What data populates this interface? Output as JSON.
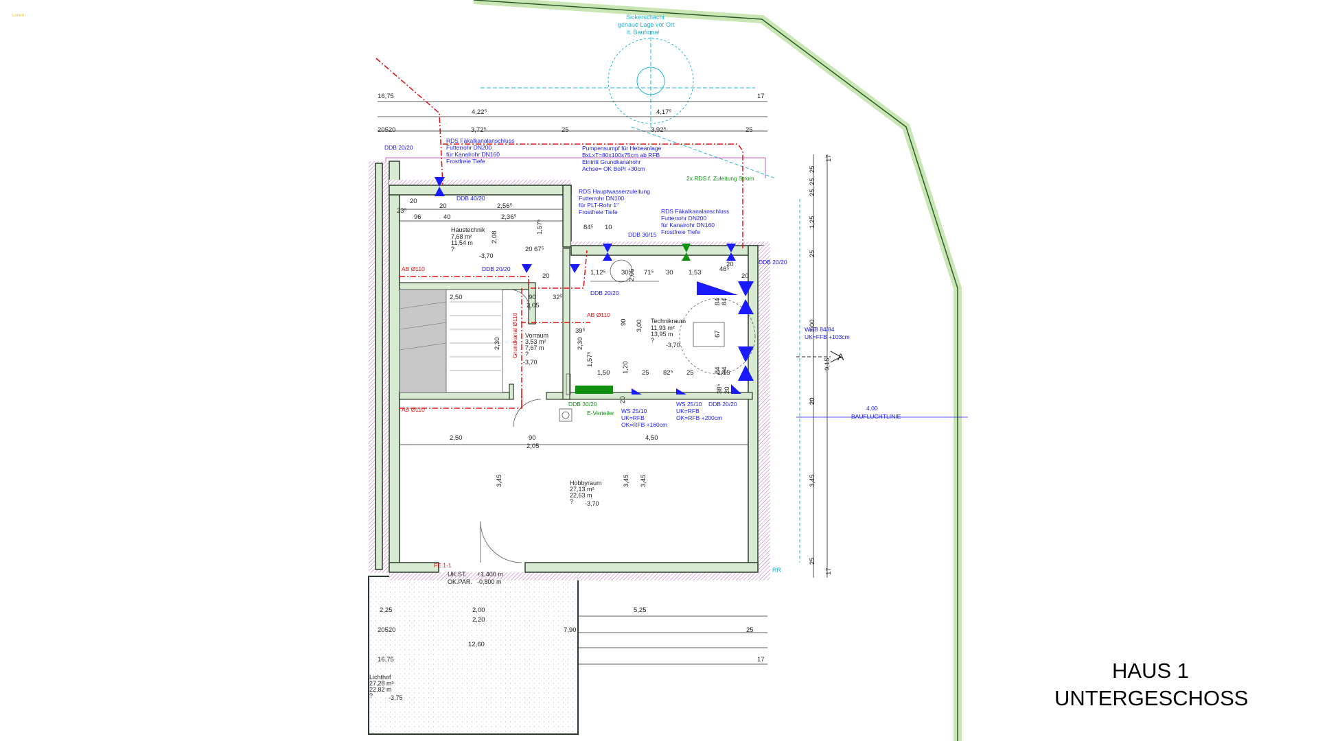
{
  "title": {
    "line1": "HAUS 1",
    "line2": "UNTERGESCHOSS"
  },
  "colors": {
    "wall_fill": "#d9ead3",
    "wall_stroke": "#2a3a2a",
    "dim": "#222222",
    "blue": "#1a1aff",
    "red": "#e01010",
    "green": "#109010",
    "cyan": "#22b5d6",
    "hatch": "#c060c0",
    "stair": "#c8c8c8",
    "lawn": "#c9e6b4"
  },
  "rooms": {
    "haustechnik": {
      "name": "Haustechnik",
      "area": "7,68 m²",
      "perimeter": "11,54 m",
      "q": "?",
      "level": "-3,70"
    },
    "vorraum": {
      "name": "Vorraum",
      "area": "3,53 m²",
      "perimeter": "7,67 m",
      "q": "?",
      "level": "-3,70"
    },
    "technikraum": {
      "name": "Technikraum",
      "area": "11,93 m²",
      "perimeter": "13,95 m",
      "q": "?",
      "level": "-3,70"
    },
    "hobbyraum": {
      "name": "Hobbyraum",
      "area": "27,13 m²",
      "perimeter": "22,63 m",
      "q": "?",
      "level": "-3,70"
    },
    "lichthof": {
      "name": "Lichthof",
      "area": "27,28 m²",
      "perimeter": "22,82 m",
      "q": "?",
      "level": "-3,75"
    }
  },
  "notes": {
    "sickerschacht": [
      "Sickerschacht",
      "genaue Lage vor Ort",
      "lt. Baufirma!"
    ],
    "rds_faekal_1": [
      "RDS Fäkalkanalanschluss",
      "Futterrohr DN200",
      "für Kanalrohr DN160",
      "Frostfreie Tiefe"
    ],
    "pumpensumpf": [
      "Pumpensumpf für Hebeanlage",
      "BxLxT=80x100x75cm ab RFB",
      "Eintritt Grundkanalrohr",
      "Achse= OK BoPl +30cm"
    ],
    "zuleitung_strom": "2x RDS f. Zuleitung Strom",
    "rds_hauptwasser": [
      "RDS Hauptwasserzuleitung",
      "Futterrohr DN100",
      "für PLT-Rohr 1\"",
      "Frostfreie Tiefe"
    ],
    "rds_faekal_2": [
      "RDS Fäkalkanalanschluss",
      "Futterrohr DN200",
      "für Kanalrohr DN160",
      "Frostfreie Tiefe"
    ],
    "ddb_20_20_a": "DDB 20/20",
    "ddb_40_20": "DDB 40/20",
    "ddb_30_15": "DDB 30/15",
    "ddb_20_20_b": "DDB 20/20",
    "ddb_20_20_c": "DDB 20/20",
    "ddb_20_20_d": "DDB 20/20",
    "ddb_30_20": "DDB 30/20",
    "ddb_20_20_e": "DDB 20/20",
    "wdb": [
      "WDB 84/84",
      "UK=FFB +103cm"
    ],
    "ws_25_10_a": [
      "WS 25/10",
      "UK=RFB",
      "OK=RFB +160cm"
    ],
    "ws_25_10_b": [
      "WS 25/10",
      "UK=RFB",
      "OK=RFB +200cm"
    ],
    "e_verteiler": "E-Verteiler",
    "ab_1": "AB Ø110",
    "ab_2": "AB Ø110",
    "ab_3": "AB Ø110",
    "grundkanal": "Grundkanal Ø110",
    "fe": "FE 1-1",
    "ukst": "UK.ST.",
    "ukst_val": "+1,400 m",
    "okpar": "OK.PAR.",
    "okpar_val": "-0,800 m",
    "bauflucht_dim": "4,00",
    "bauflucht": "BAUFLUCHTLINIE",
    "rr": "RR",
    "section_a": "A"
  },
  "dims": {
    "top_total": "16,75",
    "top_17": "17",
    "top_a": "4,22⁵",
    "top_b": "4,17⁵",
    "top_20520": "20520",
    "top_c": "3,72⁵",
    "top_25a": "25",
    "top_d": "3,92⁵",
    "top_25b": "25",
    "ht_23": "23⁵",
    "ht_20a": "20",
    "ht_20b": "20",
    "ht_96": "96",
    "ht_40": "40",
    "ht_256": "2,56⁵",
    "ht_236": "2,36⁵",
    "ht_157": "1,57⁵",
    "ht_84": "84⁵",
    "ht_10": "10",
    "ht_208": "2,08",
    "ht_20c": "20",
    "ht_67": "67⁵",
    "ht_20d": "20",
    "tr_112": "1,12⁵",
    "tr_30a": "30",
    "tr_71": "71⁵",
    "tr_30b": "30",
    "tr_153": "1,53",
    "tr_46": "46⁵",
    "tr_20a": "20",
    "tr_20b": "20",
    "tr_90": "90",
    "tr_300": "3,00",
    "tr_84a": "84",
    "tr_84b": "84",
    "tr_67": "67",
    "tr_150": "1,50",
    "tr_120": "1,20",
    "tr_25a": "25",
    "tr_82": "82⁵",
    "tr_25b": "25",
    "tr_84c": "84",
    "tr_84d": "84",
    "tr_115": "1,15",
    "tr_38": "38⁵",
    "tr_20c": "20",
    "tr_205": "2,05",
    "st_250": "2,50",
    "st_90": "90",
    "st_32": "32⁵",
    "st_205": "2,05",
    "st_230a": "2,30",
    "st_39": "39⁵",
    "st_230b": "2,30",
    "st_157": "1,57⁵",
    "st_20": "20",
    "hb_250": "2,50",
    "hb_90": "90",
    "hb_205": "2,05",
    "hb_450": "4,50",
    "hb_345a": "3,45",
    "hb_345b": "3,45",
    "hb_345c": "3,45",
    "hb_20": "20",
    "r_17a": "17",
    "r_25a": "25",
    "r_25b": "25",
    "r_25c": "25",
    "r_125": "1,25",
    "r_25d": "25",
    "r_300": "3,00",
    "r_915": "9,15",
    "r_20": "20",
    "r_345": "3,45",
    "r_25e": "25",
    "r_17b": "17",
    "bot_225": "2,25",
    "bot_200": "2,00",
    "bot_525": "5,25",
    "bot_220": "2,20",
    "bot_20520": "20520",
    "bot_790": "7,90",
    "bot_25": "25",
    "bot_1260": "12,60",
    "bot_1675": "16,75",
    "bot_17": "17"
  },
  "stamp": "Lorem"
}
